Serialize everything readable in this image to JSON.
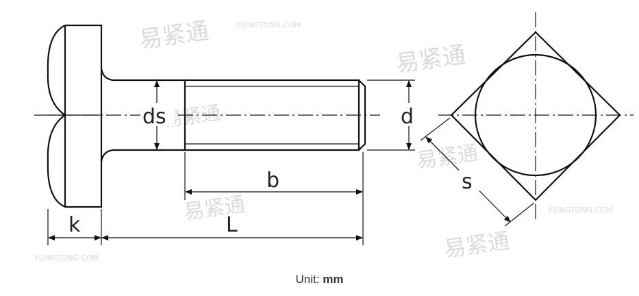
{
  "labels": {
    "ds": "ds",
    "d": "d",
    "b": "b",
    "k": "k",
    "L": "L",
    "s": "s"
  },
  "caption": {
    "prefix": "Unit:",
    "unit": "mm"
  },
  "watermark": {
    "text": "易紧通",
    "sub": "YIJINGTONG.COM"
  }
}
